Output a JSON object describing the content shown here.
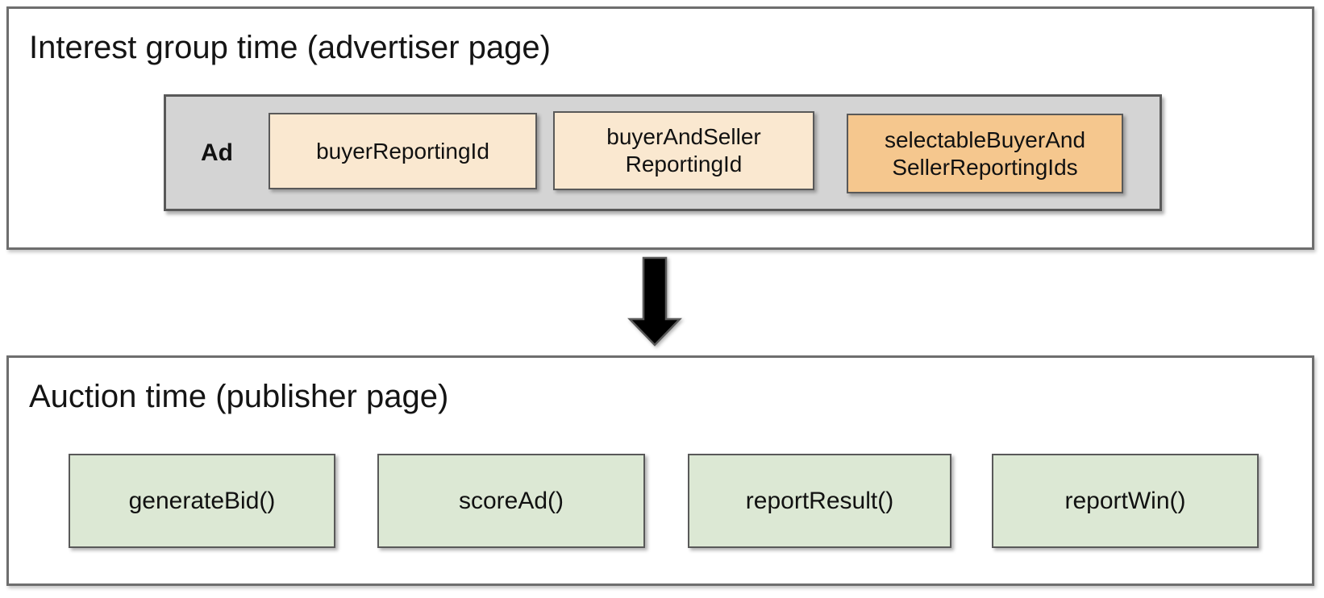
{
  "colors": {
    "field_light_fill": "#fae8d0",
    "field_highlight_fill": "#f5c78e",
    "ad_container_fill": "#d4d4d4",
    "function_box_fill": "#dce8d4",
    "box_border": "#595959",
    "section_border": "#6e6e6e",
    "arrow_fill": "#000000"
  },
  "interest_group_section": {
    "title": "Interest group time (advertiser page)",
    "ad_container": {
      "label": "Ad",
      "fields": [
        {
          "label": "buyerReportingId",
          "highlighted": false
        },
        {
          "label": "buyerAndSeller\nReportingId",
          "highlighted": false
        },
        {
          "label": "selectableBuyerAnd\nSellerReportingIds",
          "highlighted": true
        }
      ]
    }
  },
  "auction_section": {
    "title": "Auction time (publisher page)",
    "functions": [
      {
        "label": "generateBid()"
      },
      {
        "label": "scoreAd()"
      },
      {
        "label": "reportResult()"
      },
      {
        "label": "reportWin()"
      }
    ]
  }
}
